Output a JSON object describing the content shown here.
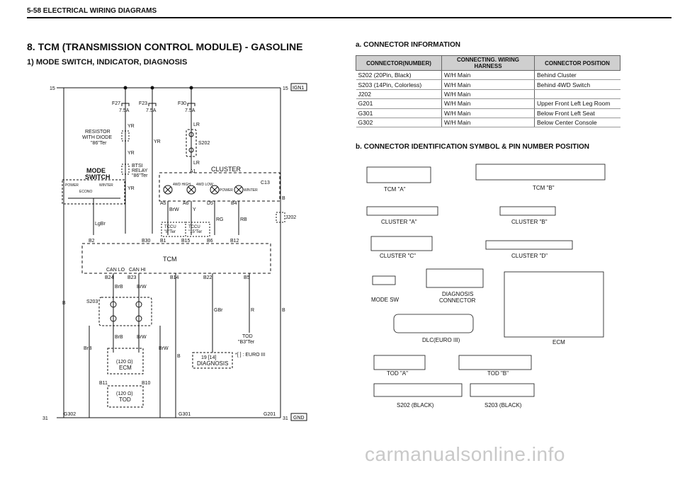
{
  "header": {
    "page_title": "5-58 ELECTRICAL WIRING DIAGRAMS"
  },
  "section_title": "8. TCM (TRANSMISSION CONTROL MODULE) - GASOLINE",
  "subsection_title": "1) MODE SWITCH, INDICATOR, DIAGNOSIS",
  "connector_info": {
    "heading": "a. CONNECTOR INFORMATION",
    "columns": [
      "CONNECTOR(NUMBER)",
      "CONNECTING. WIRING HARNESS",
      "CONNECTOR POSITION"
    ],
    "rows": [
      [
        "S202 (20Pin, Black)",
        "W/H Main",
        "Behind Cluster"
      ],
      [
        "S203 (14Pin, Colorless)",
        "W/H Main",
        "Behind 4WD Switch"
      ],
      [
        "J202",
        "W/H Main",
        ""
      ],
      [
        "G201",
        "W/H Main",
        "Upper Front Left Leg Room"
      ],
      [
        "G301",
        "W/H Main",
        "Below Front Left Seat"
      ],
      [
        "G302",
        "W/H Main",
        "Below Center Console"
      ]
    ]
  },
  "connector_id": {
    "heading": "b. CONNECTOR IDENTIFICATION SYMBOL & PIN NUMBER POSITION",
    "labels": {
      "tcm_a": "TCM \"A\"",
      "tcm_b": "TCM \"B\"",
      "cluster_a": "CLUSTER \"A\"",
      "cluster_b": "CLUSTER \"B\"",
      "cluster_c": "CLUSTER \"C\"",
      "cluster_d": "CLUSTER \"D\"",
      "mode_sw": "MODE SW",
      "diag": "DIAGNOSIS",
      "diag2": "CONNECTOR",
      "dlc": "DLC(EURO III)",
      "ecm": "ECM",
      "tod_a": "TOD \"A\"",
      "tod_b": "TOD \"B\"",
      "s202": "S202 (BLACK)",
      "s203": "S203 (BLACK)"
    }
  },
  "schematic": {
    "rail_15": "15",
    "ign1": "IGN1",
    "rail_31": "31",
    "gnd": "GND",
    "fuses": [
      {
        "name": "F27",
        "rating": "7.5A"
      },
      {
        "name": "F23",
        "rating": "7.5A"
      },
      {
        "name": "F30",
        "rating": "7.5A"
      }
    ],
    "wires": {
      "yr": "YR",
      "lr": "LR",
      "lgbr": "LgBr",
      "brw": "BrW",
      "y": "Y",
      "rg": "RG",
      "rb": "RB",
      "b": "B",
      "brb": "BrB",
      "gbr": "GBr",
      "r": "R"
    },
    "resistor": [
      "RESISTOR",
      "WITH DIODE",
      "\"86\"Ter"
    ],
    "btsi": [
      "BTSI",
      "RELAY",
      "\"86\"Ter"
    ],
    "mode_switch": [
      "MODE",
      "SWITCH"
    ],
    "sw_labels": {
      "power": "POWER",
      "winter": "WINTER",
      "econo": "ECONO"
    },
    "cluster": "CLUSTER",
    "indicators": [
      "4WD HIGH",
      "4WD LOW",
      "POWER",
      "WINTER"
    ],
    "tccu": [
      [
        "TCCU",
        "\"8\"Ter"
      ],
      [
        "TCCU",
        "\"15\"Ter"
      ]
    ],
    "pins": {
      "a1": "A1",
      "a5": "A5",
      "a6": "A6",
      "d5": "D5",
      "b4": "B4",
      "c13": "C13",
      "b2": "B2",
      "b30": "B30",
      "b1": "B1",
      "b15": "B15",
      "b6": "B6",
      "b12": "B12",
      "b24": "B24",
      "b23": "B23",
      "b14": "B14",
      "b22": "B22",
      "b5": "B5",
      "b11": "B11",
      "b10": "B10"
    },
    "tcm": "TCM",
    "can_lo": "CAN LO",
    "can_hi": "CAN HI",
    "s202": "S202",
    "s203": "S203",
    "j202": "J202",
    "ecm_res": [
      "(120 Ω)",
      "ECM"
    ],
    "tod_res": [
      "(120 Ω)",
      "TOD"
    ],
    "diag_box": [
      "19 [14]",
      "DIAGNOSIS"
    ],
    "euro_note": "*[ ] : EURO III",
    "tod_ter": [
      "TOD",
      "\"B3\"Ter"
    ],
    "grounds": [
      "G302",
      "G301",
      "G201"
    ]
  },
  "watermark": "carmanualsonline.info"
}
